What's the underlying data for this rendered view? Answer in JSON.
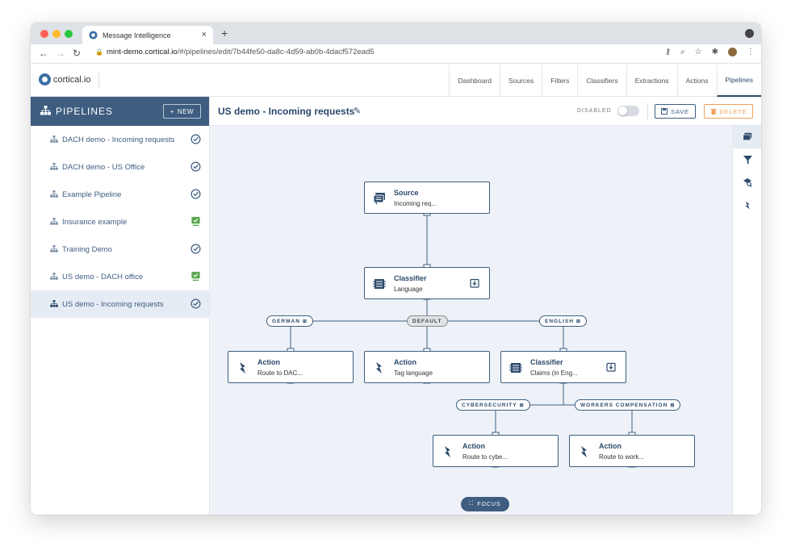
{
  "browser": {
    "tab_title": "Message Intelligence",
    "tab_close": "×",
    "new_tab": "+",
    "url_host": "mint-demo.cortical.io",
    "url_path": "/#/pipelines/edit/7b44fe50-da8c-4d59-ab0b-4dacf572ead5"
  },
  "app": {
    "logo_text": "cortical.io",
    "nav": [
      "Dashboard",
      "Sources",
      "Filters",
      "Classifiers",
      "Extractions",
      "Actions",
      "Pipelines"
    ],
    "active_nav": "Pipelines"
  },
  "sidebar": {
    "title": "PIPELINES",
    "new_label": "NEW",
    "items": [
      {
        "label": "DACH demo - Incoming requests",
        "status": "check"
      },
      {
        "label": "DACH demo - US Office",
        "status": "check"
      },
      {
        "label": "Example Pipeline",
        "status": "check"
      },
      {
        "label": "Insurance example",
        "status": "deploy"
      },
      {
        "label": "Training Demo",
        "status": "check"
      },
      {
        "label": "US demo - DACH office",
        "status": "deploy"
      },
      {
        "label": "US demo - Incoming requests",
        "status": "check"
      }
    ]
  },
  "editor": {
    "title": "US demo - Incoming requests",
    "disabled_label": "DISABLED",
    "save_label": "SAVE",
    "delete_label": "DELETE",
    "focus_label": "FOCUS"
  },
  "nodes": {
    "source": {
      "type": "Source",
      "sub": "Incoming req..."
    },
    "classifier1": {
      "type": "Classifier",
      "sub": "Language"
    },
    "action_german": {
      "type": "Action",
      "sub": "Route to DAC..."
    },
    "action_default": {
      "type": "Action",
      "sub": "Tag language"
    },
    "classifier2": {
      "type": "Classifier",
      "sub": "Claims (in Eng..."
    },
    "action_cyber": {
      "type": "Action",
      "sub": "Route to cybe..."
    },
    "action_workers": {
      "type": "Action",
      "sub": "Route to work..."
    }
  },
  "tags": {
    "german": "GERMAN",
    "default": "DEFAULT",
    "english": "ENGLISH",
    "cyber": "CYBERSECURITY",
    "workers": "WORKERS COMPENSATION"
  },
  "colors": {
    "primary": "#3e5d80",
    "canvas": "#eef2f8",
    "delete": "#f0a35c",
    "success_green": "#5aa84f"
  }
}
